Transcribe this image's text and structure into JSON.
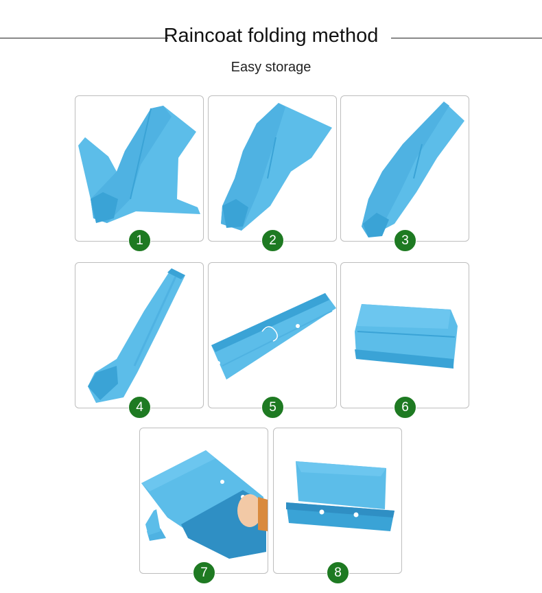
{
  "header": {
    "title": "Raincoat folding method",
    "subtitle": "Easy storage"
  },
  "steps": [
    {
      "number": "1"
    },
    {
      "number": "2"
    },
    {
      "number": "3"
    },
    {
      "number": "4"
    },
    {
      "number": "5"
    },
    {
      "number": "6"
    },
    {
      "number": "7"
    },
    {
      "number": "8"
    }
  ],
  "colors": {
    "raincoat": "#5cbde9",
    "raincoat_shadow": "#3aa3d6",
    "badge": "#1e7a22",
    "card_border": "#bdbdbd"
  }
}
